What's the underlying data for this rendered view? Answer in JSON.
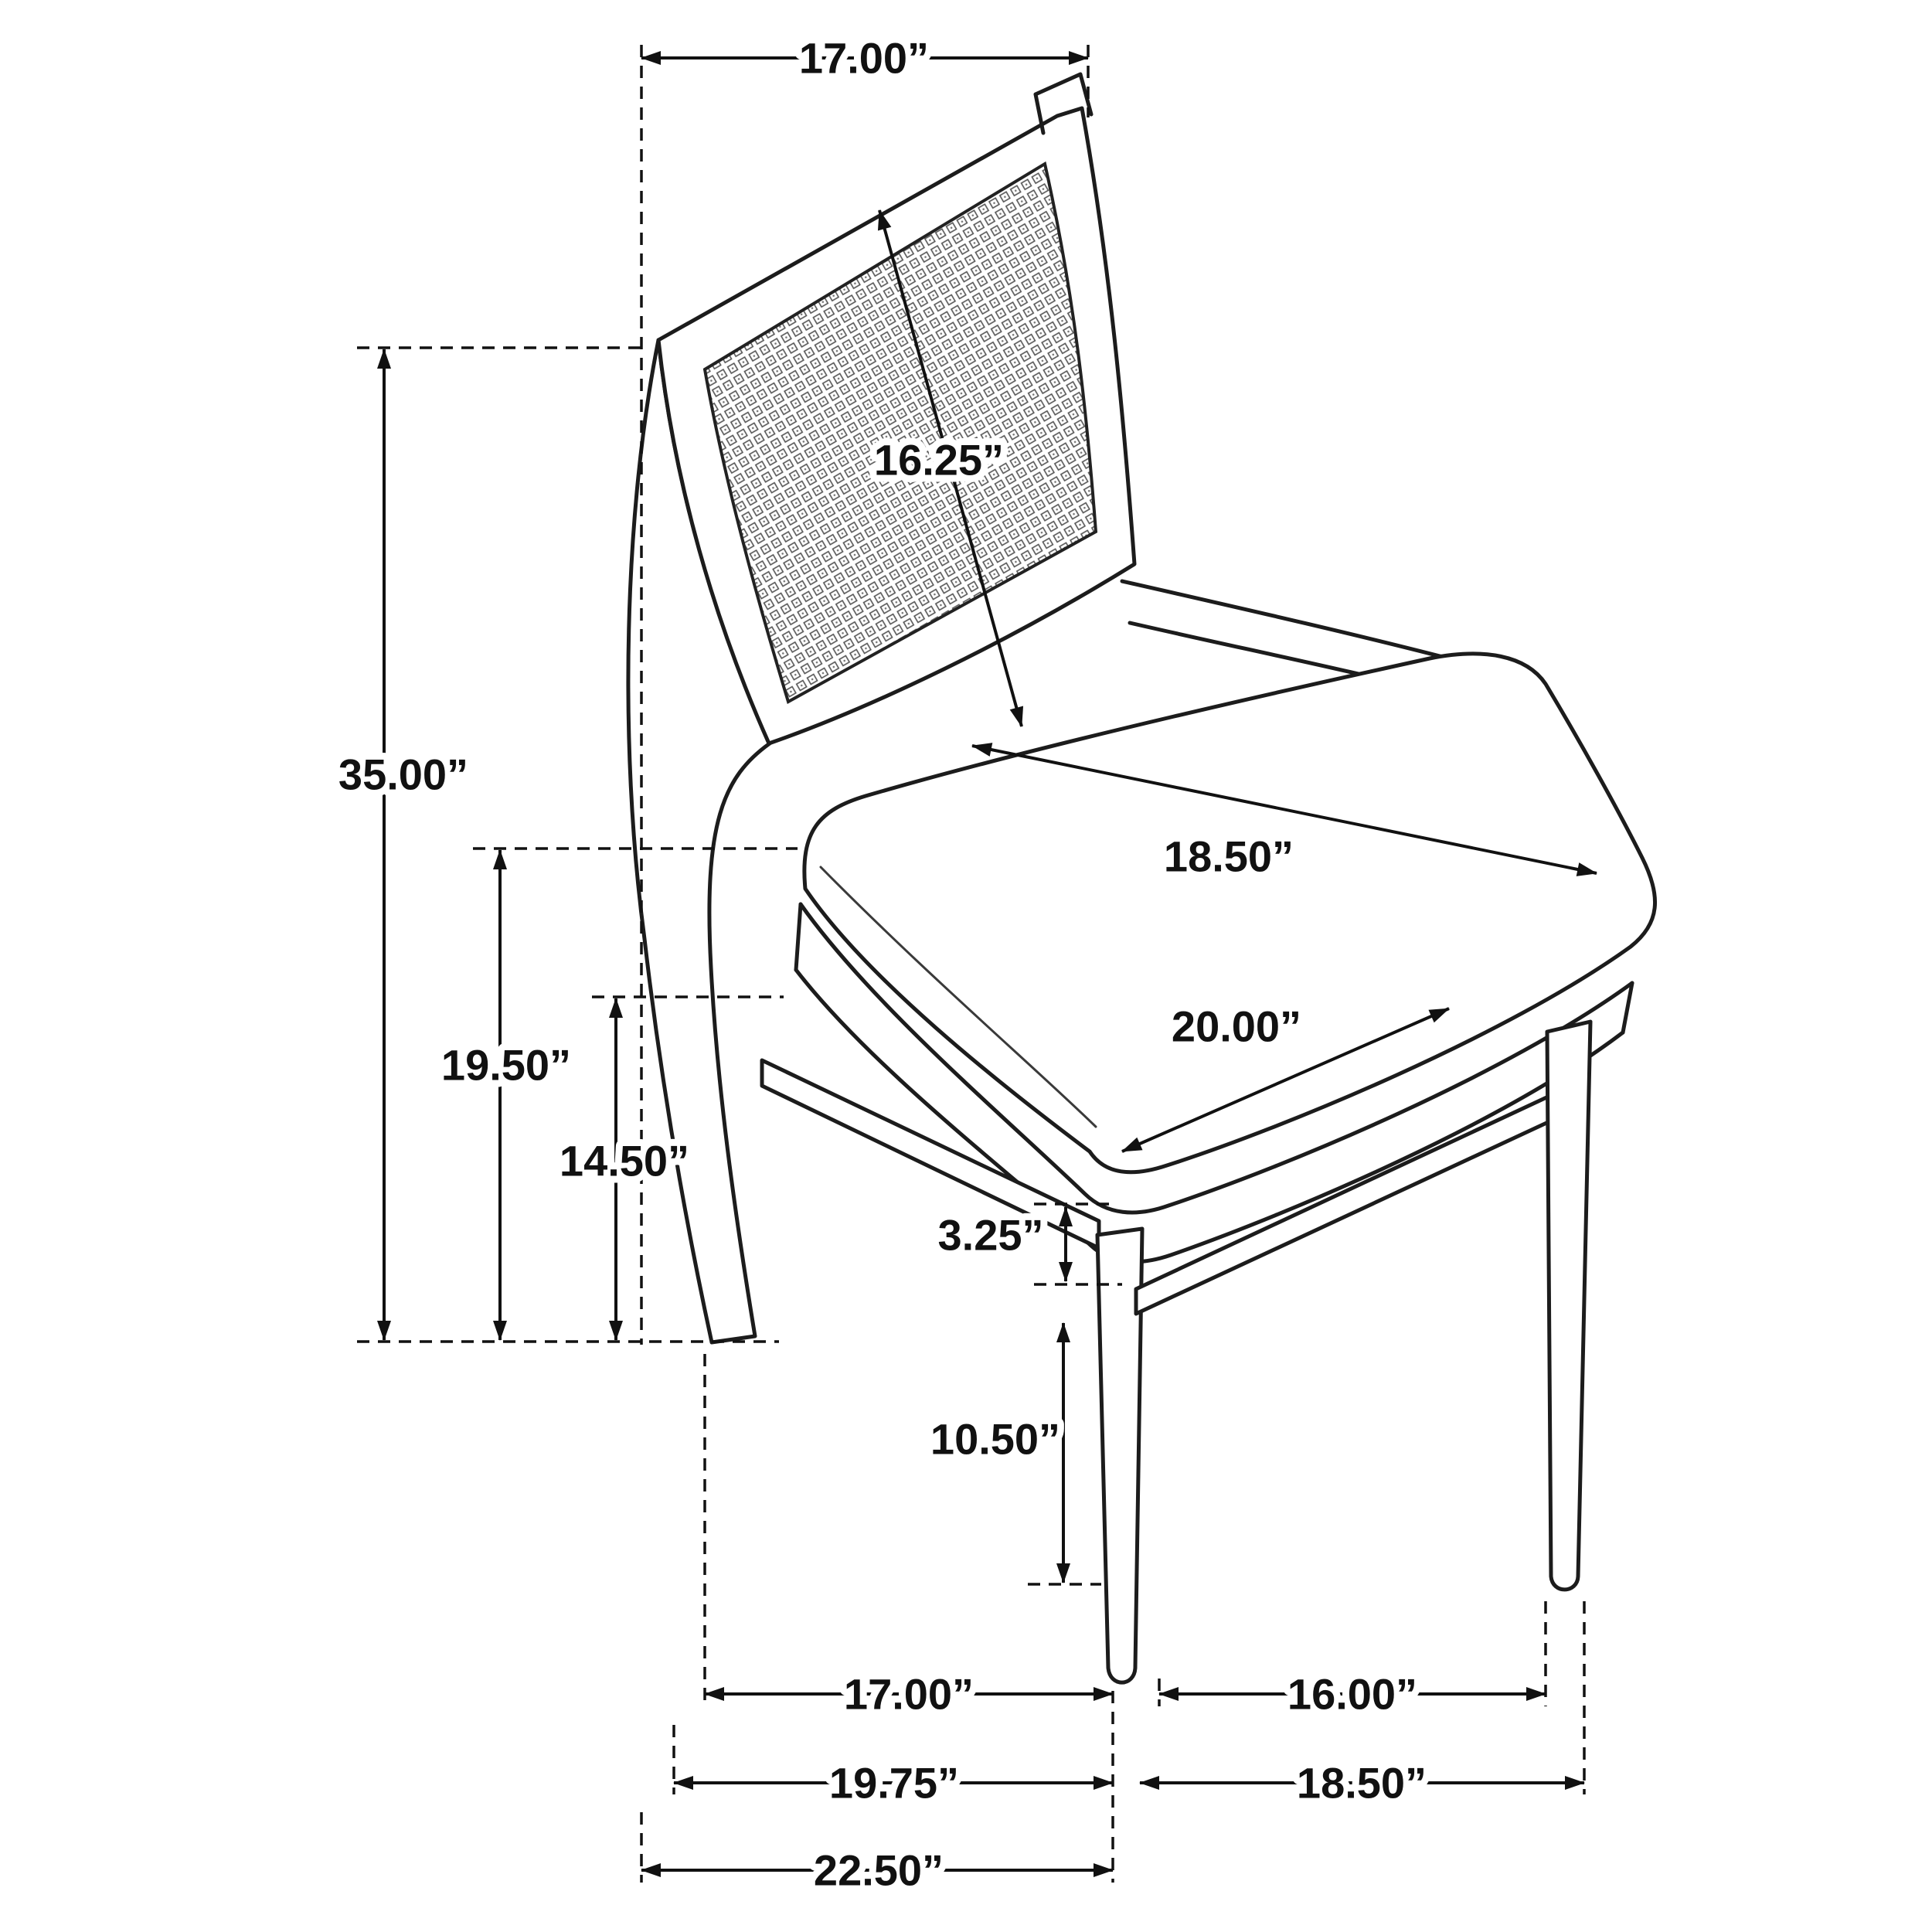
{
  "page": {
    "background": "#ffffff",
    "ink": "#111111"
  },
  "diagram": {
    "type": "product-dimension-line-drawing",
    "unit_mark": "”",
    "dims": {
      "back_width": "17.00”",
      "back_panel_height": "16.25”",
      "overall_height": "35.00”",
      "floor_to_seat_back": "19.50”",
      "floor_to_seat_rail": "14.50”",
      "seat_depth": "18.50”",
      "seat_width": "20.00”",
      "rail_to_stretcher": "3.25”",
      "stretcher_to_floor": "10.50”",
      "base_side_span": "17.00”",
      "base_front_span": "16.00”",
      "mid_depth_span": "19.75”",
      "mid_width_span": "18.50”",
      "overall_depth": "22.50”"
    }
  }
}
